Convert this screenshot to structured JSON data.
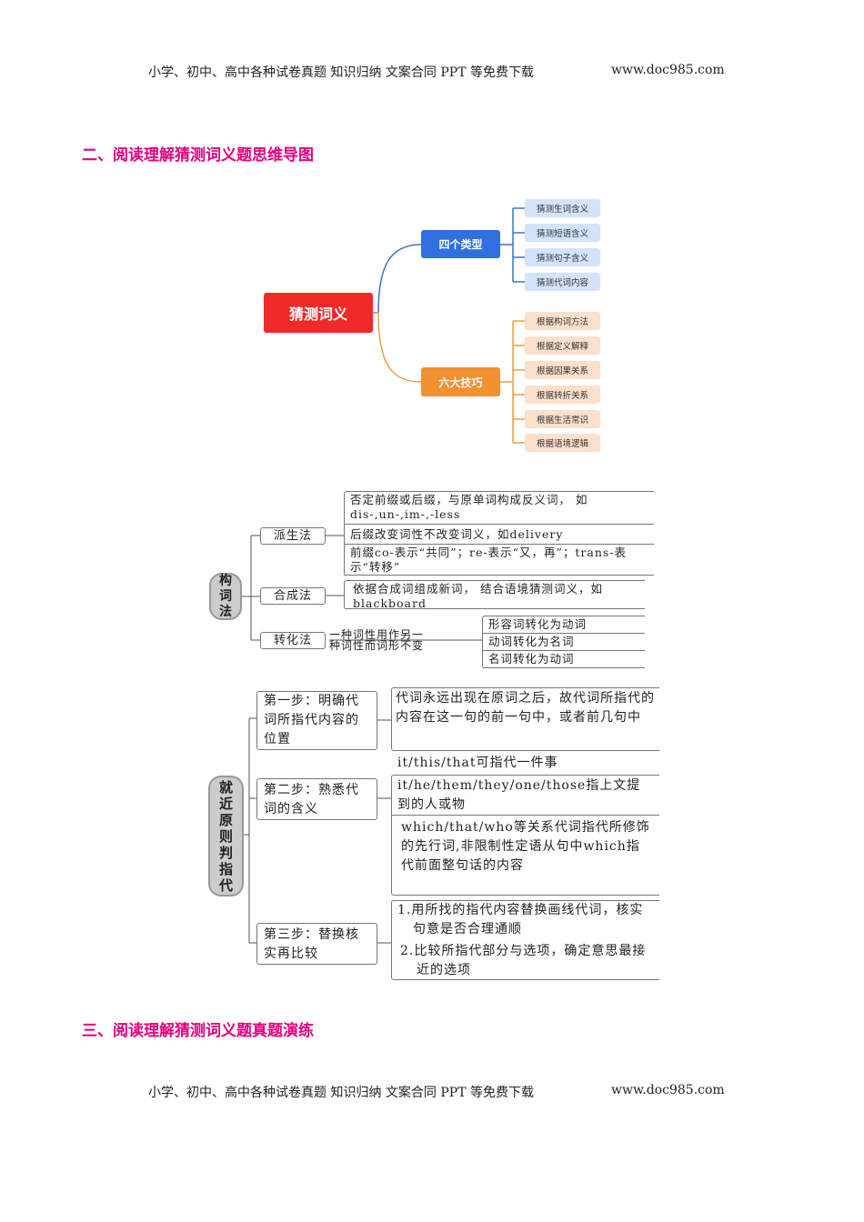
{
  "header": {
    "left": "小学、初中、高中各种试卷真题  知识归纳  文案合同  PPT 等免费下载",
    "right": "www.doc985.com"
  },
  "footer": {
    "left": "小学、初中、高中各种试卷真题  知识归纳  文案合同  PPT 等免费下载",
    "right": "www.doc985.com"
  },
  "section2_title": "二、阅读理解猜测词义题思维导图",
  "section3_title": "三、阅读理解猜测词义题真题演练",
  "mindmap": {
    "root": "猜测词义",
    "colors": {
      "root": "#f02a26",
      "blue": "#2f6fe0",
      "orange": "#f29130"
    },
    "branches": [
      {
        "label": "四个类型",
        "leaves": [
          "猜测生词含义",
          "猜测短语含义",
          "猜测句子含义",
          "猜测代词内容"
        ]
      },
      {
        "label": "六大技巧",
        "leaves": [
          "根据构词方法",
          "根据定义解释",
          "根据因果关系",
          "根据转折关系",
          "根据生活常识",
          "根据语境逻辑"
        ]
      }
    ]
  },
  "word_formation": {
    "root": [
      "构",
      "词",
      "法"
    ],
    "derivation": {
      "label": "派生法",
      "items": [
        "否定前缀或后缀，与原单词构成反义词， 如dis-,un-,im-,-less",
        "后缀改变词性不改变词义，如delivery",
        "前缀co-表示“共同”；re-表示“又，再”；trans-表示“转移”"
      ]
    },
    "compounding": {
      "label": "合成法",
      "items": [
        "依据合成词组成新词， 结合语境猜测词义，如blackboard"
      ]
    },
    "conversion": {
      "label": "转化法",
      "note": [
        "一种词性用作另一",
        "种词性而词形不变"
      ],
      "items": [
        "形容词转化为动词",
        "动词转化为名词",
        "名词转化为动词"
      ]
    }
  },
  "pronoun": {
    "root": [
      "就",
      "近",
      "原",
      "则",
      "判",
      "指",
      "代"
    ],
    "steps": [
      {
        "label": "第一步：明确代词所指代内容的位置",
        "items": [
          "代词永远出现在原词之后，故代词所指代的内容在这一句的前一句中，或者前几句中"
        ]
      },
      {
        "label": "第二步：熟悉代词的含义",
        "pre": "it/this/that可指代一件事",
        "items": [
          "it/he/them/they/one/those指上文提到的人或物",
          "which/that/who等关系代词指代所修饰的先行词,非限制性定语从句中which指代前面整句话的内容"
        ]
      },
      {
        "label": "第三步：替换核实再比较",
        "items": [
          "1.用所找的指代内容替换画线代词，核实句意是否合理通顺",
          "2.比较所指代部分与选项，确定意思最接近的选项"
        ]
      }
    ]
  }
}
